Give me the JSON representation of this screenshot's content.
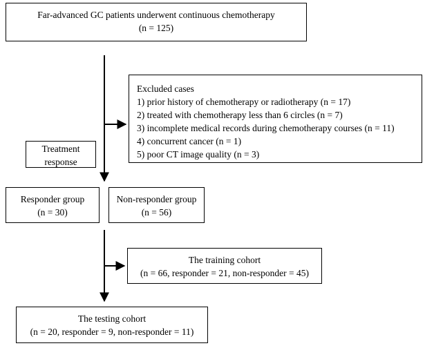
{
  "top": {
    "line1": "Far-advanced GC patients  underwent continuous chemotherapy",
    "line2": "(n = 125)"
  },
  "excluded": {
    "title": "Excluded cases",
    "items": [
      "1) prior history of chemotherapy or radiotherapy (n = 17)",
      "2) treated with chemotherapy less than 6 circles (n = 7)",
      "3) incomplete medical records during chemotherapy courses (n = 11)",
      "4) concurrent cancer (n = 1)",
      "5) poor CT image quality (n = 3)"
    ]
  },
  "treatment": {
    "line1": "Treatment",
    "line2": "response"
  },
  "responder": {
    "line1": "Responder group",
    "line2": "(n = 30)"
  },
  "nonresponder": {
    "line1": "Non-responder group",
    "line2": "(n = 56)"
  },
  "training": {
    "line1": "The training cohort",
    "line2": "(n = 66, responder = 21, non-responder = 45)"
  },
  "testing": {
    "line1": "The testing cohort",
    "line2": "(n = 20, responder = 9, non-responder = 11)"
  }
}
